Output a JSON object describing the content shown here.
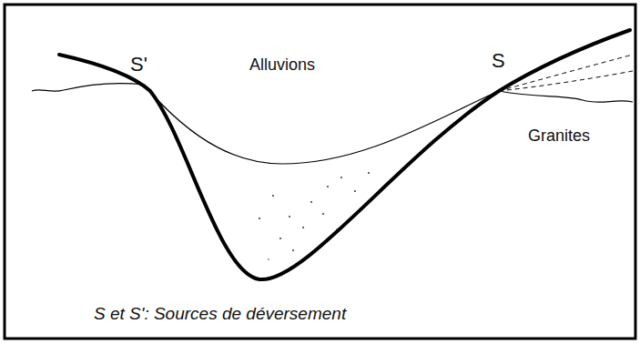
{
  "diagram": {
    "caption": "S et S': Sources de déversement",
    "labels": [
      "S'",
      "Alluvions",
      "S",
      "Granites"
    ]
  }
}
